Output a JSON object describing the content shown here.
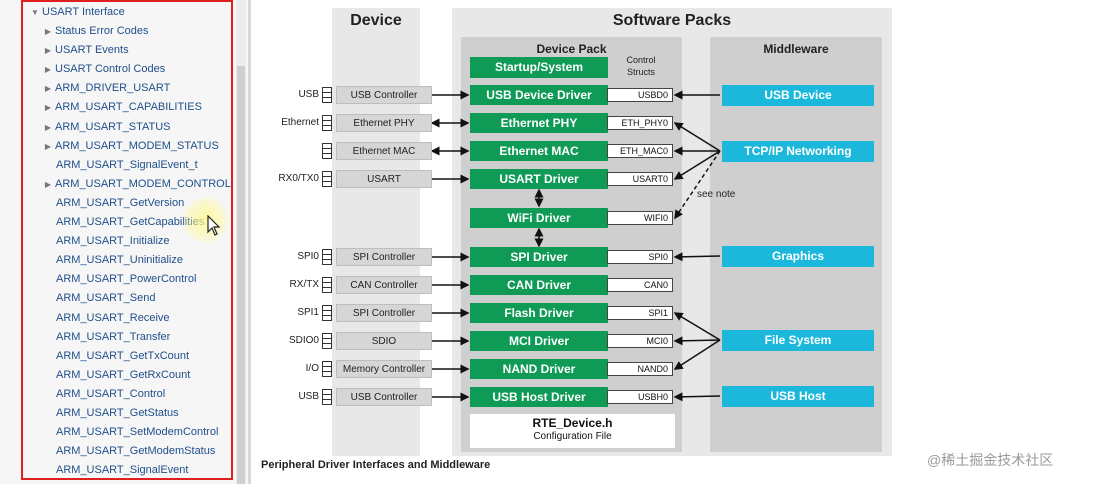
{
  "tree": {
    "root": {
      "label": "USART Interface"
    },
    "items": [
      {
        "label": "Status Error Codes",
        "expandable": true
      },
      {
        "label": "USART Events",
        "expandable": true
      },
      {
        "label": "USART Control Codes",
        "expandable": true
      },
      {
        "label": "ARM_DRIVER_USART",
        "expandable": true
      },
      {
        "label": "ARM_USART_CAPABILITIES",
        "expandable": true
      },
      {
        "label": "ARM_USART_STATUS",
        "expandable": true
      },
      {
        "label": "ARM_USART_MODEM_STATUS",
        "expandable": true
      },
      {
        "label": "ARM_USART_SignalEvent_t",
        "expandable": false
      },
      {
        "label": "ARM_USART_MODEM_CONTROL",
        "expandable": true
      },
      {
        "label": "ARM_USART_GetVersion",
        "expandable": false
      },
      {
        "label": "ARM_USART_GetCapabilities",
        "expandable": false
      },
      {
        "label": "ARM_USART_Initialize",
        "expandable": false
      },
      {
        "label": "ARM_USART_Uninitialize",
        "expandable": false
      },
      {
        "label": "ARM_USART_PowerControl",
        "expandable": false
      },
      {
        "label": "ARM_USART_Send",
        "expandable": false
      },
      {
        "label": "ARM_USART_Receive",
        "expandable": false
      },
      {
        "label": "ARM_USART_Transfer",
        "expandable": false
      },
      {
        "label": "ARM_USART_GetTxCount",
        "expandable": false
      },
      {
        "label": "ARM_USART_GetRxCount",
        "expandable": false
      },
      {
        "label": "ARM_USART_Control",
        "expandable": false
      },
      {
        "label": "ARM_USART_GetStatus",
        "expandable": false
      },
      {
        "label": "ARM_USART_SetModemControl",
        "expandable": false
      },
      {
        "label": "ARM_USART_GetModemStatus",
        "expandable": false
      },
      {
        "label": "ARM_USART_SignalEvent",
        "expandable": false
      }
    ]
  },
  "diagram": {
    "device_title": "Device",
    "software_title": "Software Packs",
    "device_pack_title": "Device Pack",
    "middleware_title": "Middleware",
    "control_structs": "Control Structs",
    "startup": "Startup/System",
    "see_note": "see note",
    "rows": [
      {
        "ext": "USB",
        "device": "USB Controller",
        "driver": "USB Device Driver",
        "struct": "USBD0"
      },
      {
        "ext": "Ethernet",
        "device": "Ethernet PHY",
        "driver": "Ethernet PHY",
        "struct": "ETH_PHY0"
      },
      {
        "ext": "",
        "device": "Ethernet MAC",
        "driver": "Ethernet MAC",
        "struct": "ETH_MAC0"
      },
      {
        "ext": "RX0/TX0",
        "device": "USART",
        "driver": "USART Driver",
        "struct": "USART0"
      },
      {
        "ext": "",
        "device": "",
        "driver": "WiFi Driver",
        "struct": "WIFI0"
      },
      {
        "ext": "SPI0",
        "device": "SPI Controller",
        "driver": "SPI Driver",
        "struct": "SPI0"
      },
      {
        "ext": "RX/TX",
        "device": "CAN Controller",
        "driver": "CAN Driver",
        "struct": "CAN0"
      },
      {
        "ext": "SPI1",
        "device": "SPI Controller",
        "driver": "Flash Driver",
        "struct": "SPI1"
      },
      {
        "ext": "SDIO0",
        "device": "SDIO",
        "driver": "MCI Driver",
        "struct": "MCI0"
      },
      {
        "ext": "I/O",
        "device": "Memory Controller",
        "driver": "NAND Driver",
        "struct": "NAND0"
      },
      {
        "ext": "USB",
        "device": "USB Controller",
        "driver": "USB Host Driver",
        "struct": "USBH0"
      }
    ],
    "middleware": [
      "USB Device",
      "TCP/IP Networking",
      "Graphics",
      "File System",
      "USB Host"
    ],
    "rte_title": "RTE_Device.h",
    "rte_subtitle": "Configuration File",
    "caption": "Peripheral Driver Interfaces and Middleware",
    "colors": {
      "driver": "#0f9a56",
      "middleware": "#1cb8dc",
      "highlight_border": "#e02020"
    }
  },
  "watermark": "@稀土掘金技术社区"
}
